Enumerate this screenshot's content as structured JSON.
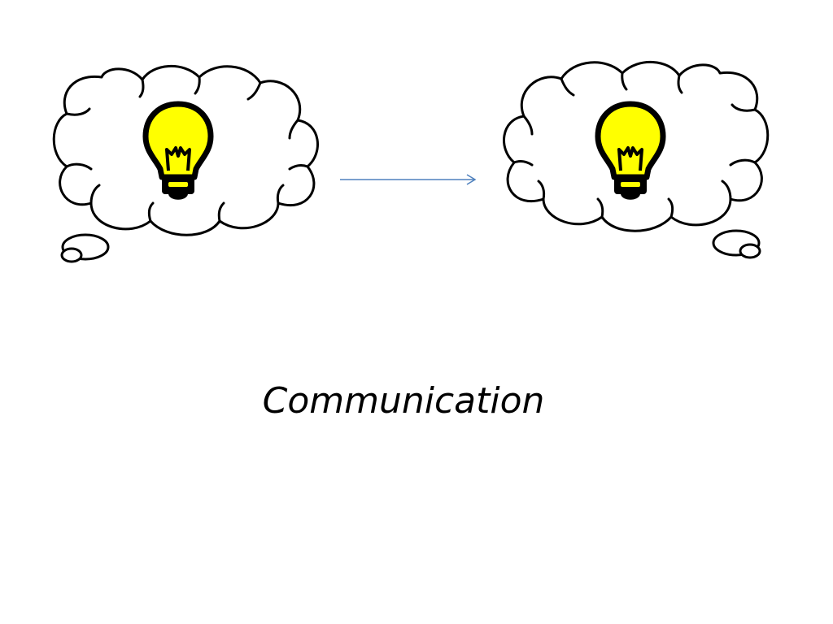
{
  "slide": {
    "caption": "Communication"
  },
  "diagram": {
    "nodes": [
      {
        "id": "sender-thought",
        "icon": "lightbulb-icon"
      },
      {
        "id": "receiver-thought",
        "icon": "lightbulb-icon"
      }
    ],
    "edges": [
      {
        "from": "sender-thought",
        "to": "receiver-thought"
      }
    ]
  },
  "colors": {
    "bulb": "#ffff00",
    "outline": "#000000",
    "arrow": "#4f81bd"
  }
}
